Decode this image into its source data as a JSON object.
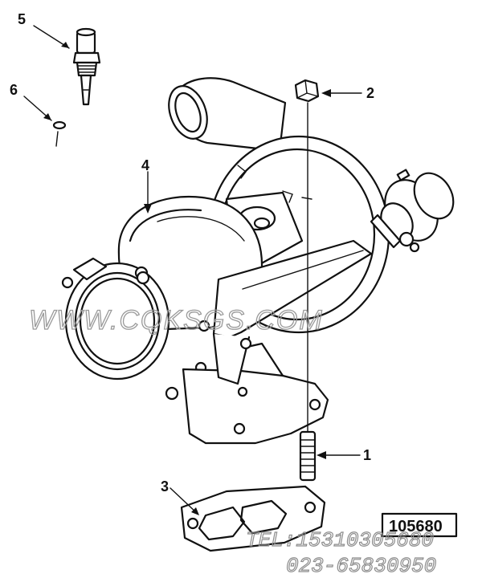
{
  "diagram": {
    "callouts": [
      {
        "id": "callout-5",
        "label": "5"
      },
      {
        "id": "callout-6",
        "label": "6"
      },
      {
        "id": "callout-4",
        "label": "4"
      },
      {
        "id": "callout-2",
        "label": "2"
      },
      {
        "id": "callout-1",
        "label": "1"
      },
      {
        "id": "callout-3",
        "label": "3"
      }
    ],
    "parts": {
      "sensor": "temperature-sensor",
      "o_ring": "o-ring",
      "turbocharger": "turbocharger",
      "nut": "hex-nut",
      "stud": "stud",
      "gasket": "gasket"
    },
    "doc_number": "105680",
    "watermark": "WWW.CQKSGS.COM",
    "contact": {
      "tel": "TEL:15310305680",
      "phone": "023-65830950"
    }
  }
}
